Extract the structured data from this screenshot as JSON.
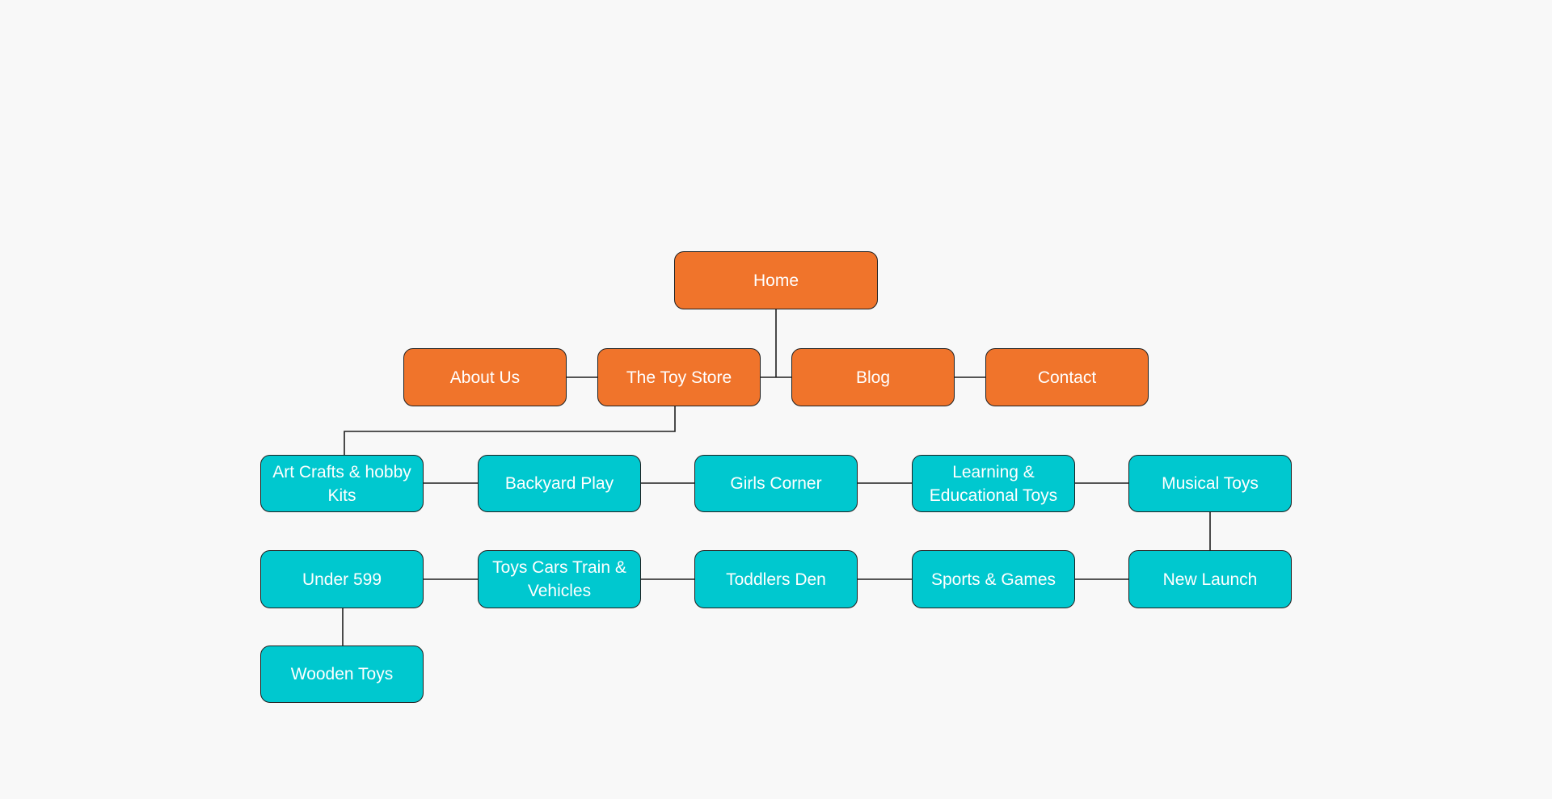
{
  "colors": {
    "background": "#f8f8f8",
    "primary_nodes": "#f0742b",
    "category_nodes": "#00c8cf",
    "connector": "#1f1f1f",
    "node_text": "#ffffff"
  },
  "sitemap": {
    "home": "Home",
    "top_level": {
      "about_us": "About Us",
      "toy_store": "The Toy Store",
      "blog": "Blog",
      "contact": "Contact"
    },
    "categories": {
      "art_crafts": "Art Crafts & hobby Kits",
      "backyard_play": "Backyard Play",
      "girls_corner": "Girls Corner",
      "learning_educational": "Learning & Educational Toys",
      "musical_toys": "Musical Toys",
      "under_599": "Under 599",
      "toys_cars": "Toys Cars Train & Vehicles",
      "toddlers_den": "Toddlers Den",
      "sports_games": "Sports & Games",
      "new_launch": "New Launch",
      "wooden_toys": "Wooden Toys"
    }
  }
}
